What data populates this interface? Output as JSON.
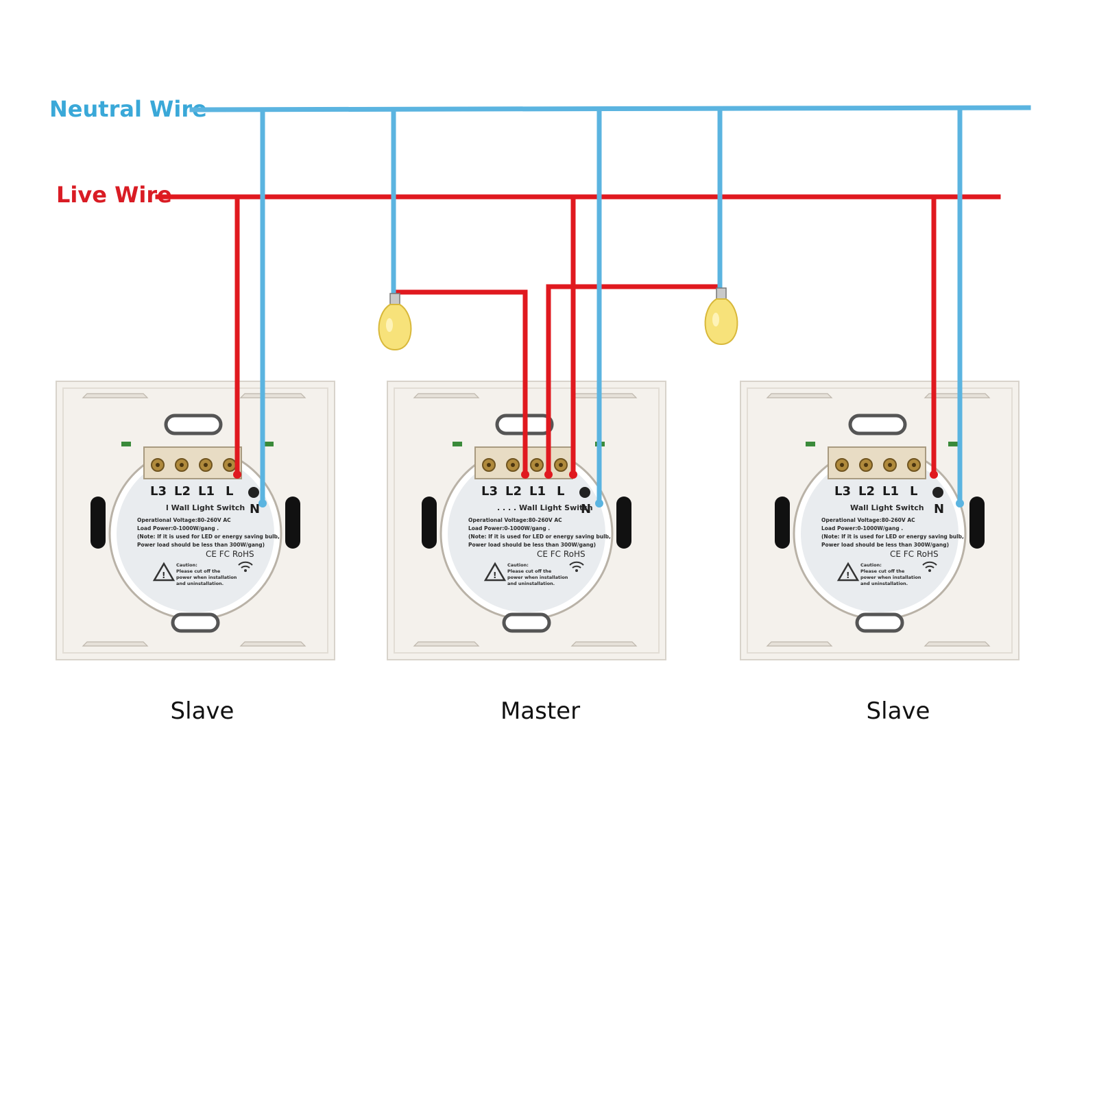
{
  "colors": {
    "neutral": "#5bb4e0",
    "live": "#e0191f",
    "neutral_label": "#3aa8d8",
    "live_label": "#d91c24",
    "plate": "#f4f1ec",
    "bulb": "#f7e27a"
  },
  "labels": {
    "neutral_wire": "Neutral Wire",
    "live_wire": "Live Wire"
  },
  "icons": {
    "bulb": "light-bulb-icon",
    "warning": "warning-triangle-icon",
    "wifi": "wifi-icon"
  },
  "switches": [
    {
      "role": "Slave",
      "terminals": [
        "L3",
        "L2",
        "L1",
        "L"
      ],
      "neutral_terminal": "N",
      "product": "l Wall Light Switch",
      "spec_lines": [
        "Operational Voltage:80-260V AC",
        "Load Power:0-1000W/gang .",
        "(Note: If it is used for LED or energy saving bulb,",
        "Power load should be less than 300W/gang)"
      ],
      "certs": "CE FC RoHS",
      "caution": [
        "Caution:",
        "Please cut off the",
        "power when installation",
        "and uninstallation."
      ]
    },
    {
      "role": "Master",
      "terminals": [
        "L3",
        "L2",
        "L1",
        "L"
      ],
      "neutral_terminal": "N",
      "product": ". . . . Wall Light Switch",
      "spec_lines": [
        "Operational Voltage:80-260V AC",
        "Load Power:0-1000W/gang .",
        "(Note: If it is used for LED or energy saving bulb,",
        "Power load should be less than 300W/gang)"
      ],
      "certs": "CE FC RoHS",
      "caution": [
        "Caution:",
        "Please cut off the",
        "power when installation",
        "and uninstallation."
      ]
    },
    {
      "role": "Slave",
      "terminals": [
        "L3",
        "L2",
        "L1",
        "L"
      ],
      "neutral_terminal": "N",
      "product": "Wall Light Switch",
      "spec_lines": [
        "Operational Voltage:80-260V AC",
        "Load Power:0-1000W/gang .",
        "(Note: If it is used for LED or energy saving bulb,",
        "Power load should be less than 300W/gang)"
      ],
      "certs": "CE FC RoHS",
      "caution": [
        "Caution:",
        "Please cut off the",
        "power when installation",
        "and uninstallation."
      ]
    }
  ]
}
